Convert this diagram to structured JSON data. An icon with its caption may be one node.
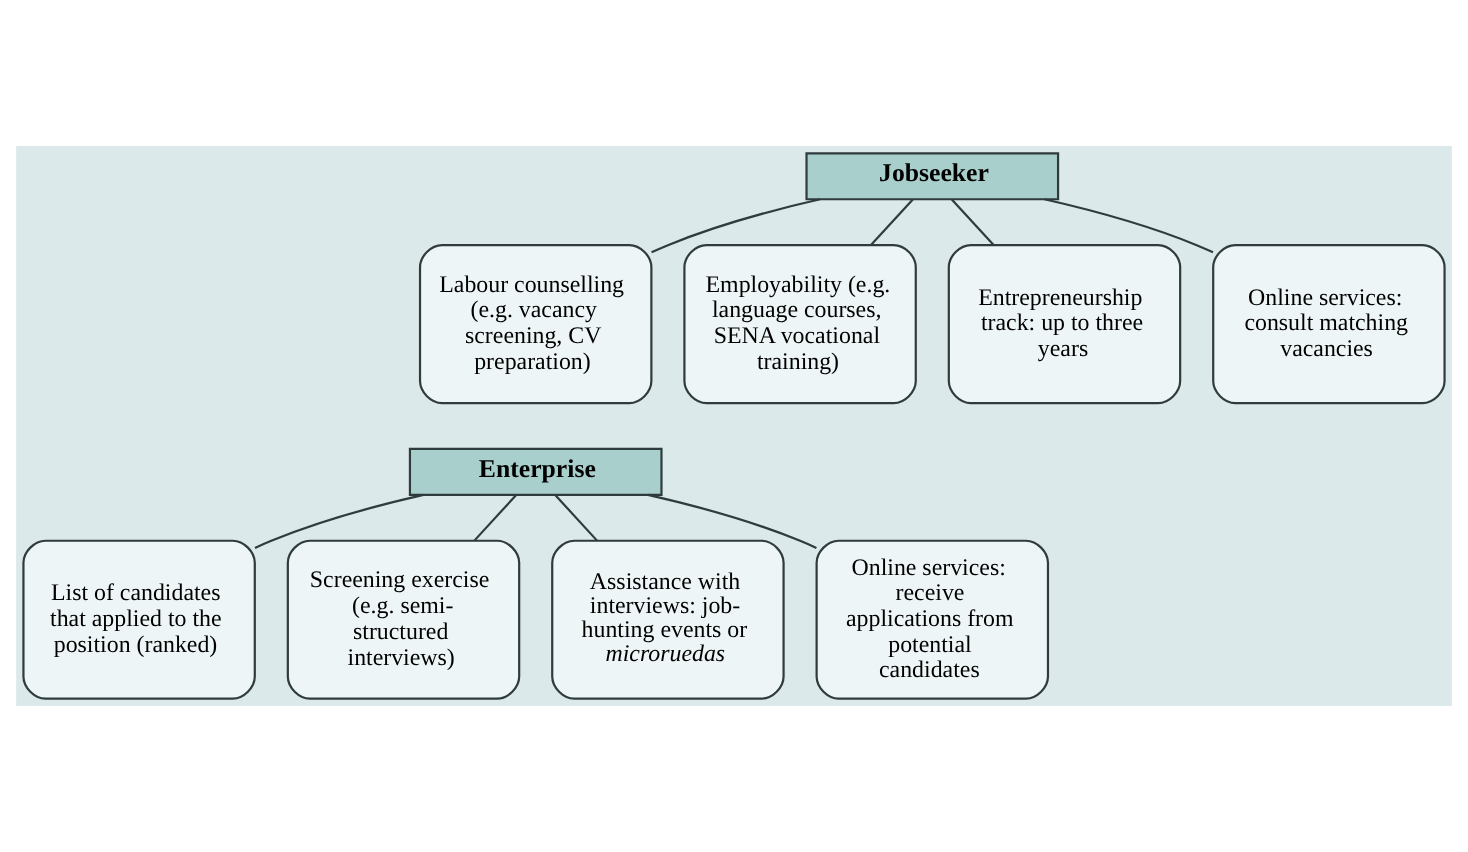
{
  "diagram": {
    "nodes": [
      {
        "text": [
          "Jobseeker"
        ]
      },
      {
        "text": [
          "Labour counselling (e.g. vacancy screening, CV preparation)"
        ]
      },
      {
        "text": [
          "Employability (e.g. language courses, SENA vocational training)"
        ]
      },
      {
        "text": [
          "Entrepreneurship track: up to three years"
        ]
      },
      {
        "text": [
          "Online services: consult matching vacancies"
        ]
      },
      {
        "text": [
          "Enterprise"
        ]
      },
      {
        "text": [
          "List of candidates that applied to the position (ranked)"
        ]
      },
      {
        "text": [
          "Screening exercise (e.g. semi-structured interviews)"
        ]
      },
      {
        "text": [
          "Assistance with interviews: job-hunting events or *microruedas*"
        ]
      },
      {
        "text": [
          "Online services: receive applications from potential candidates"
        ]
      }
    ],
    "edges": [
      {
        "from": 0,
        "to": 1,
        "arrow": "none"
      },
      {
        "from": 0,
        "to": 2,
        "arrow": "none"
      },
      {
        "from": 0,
        "to": 3,
        "arrow": "none"
      },
      {
        "from": 0,
        "to": 4,
        "arrow": "none"
      },
      {
        "from": 5,
        "to": 6,
        "arrow": "none"
      },
      {
        "from": 5,
        "to": 7,
        "arrow": "none"
      },
      {
        "from": 5,
        "to": 8,
        "arrow": "none"
      },
      {
        "from": 5,
        "to": 9,
        "arrow": "none"
      }
    ]
  }
}
